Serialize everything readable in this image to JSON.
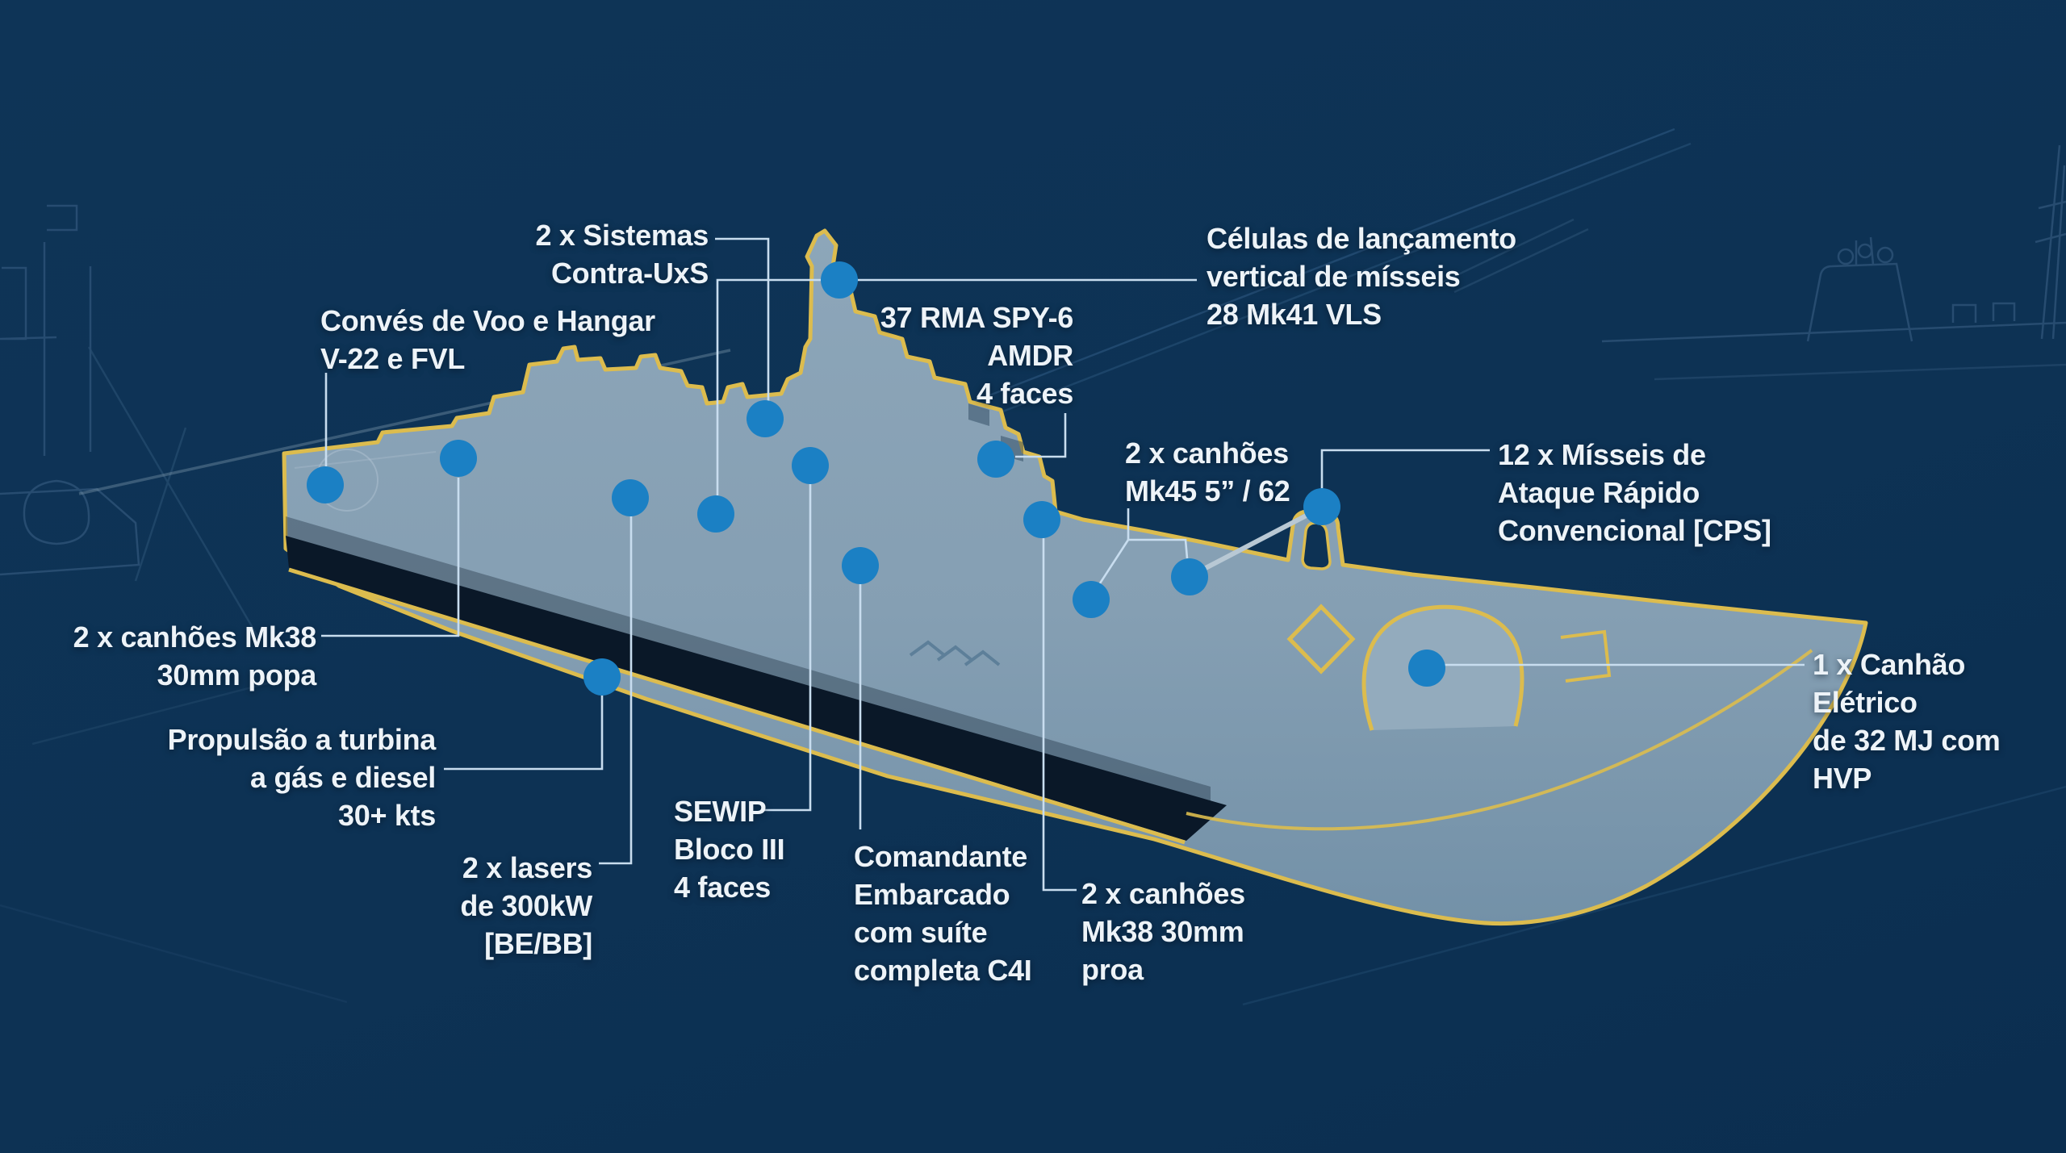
{
  "diagram": {
    "subject": "naval-destroyer-concept-annotated-profile",
    "language": "pt-BR",
    "labels": {
      "contra_uxs": {
        "text": "2 x Sistemas\nContra-UxS"
      },
      "conves": {
        "text": "Convés de Voo e Hangar\nV-22 e FVL"
      },
      "celulas": {
        "text": "Células de lançamento\nvertical de mísseis\n28 Mk41 VLS"
      },
      "spy6": {
        "text": "37 RMA SPY-6\nAMDR\n4 faces"
      },
      "mk45": {
        "text": "2 x canhões\nMk45 5” / 62"
      },
      "cps": {
        "text": "12 x Mísseis de\nAtaque Rápido\nConvencional [CPS]"
      },
      "railgun": {
        "text": "1 x Canhão Elétrico\nde 32 MJ com HVP"
      },
      "mk38_popa": {
        "text": "2 x canhões Mk38\n30mm popa"
      },
      "propulsao": {
        "text": "Propulsão a turbina\na gás e diesel\n30+ kts"
      },
      "lasers": {
        "text": "2 x lasers\nde 300kW\n[BE/BB]"
      },
      "sewip": {
        "text": "SEWIP\nBloco III\n4 faces"
      },
      "comandante": {
        "text": "Comandante\nEmbarcado\ncom suíte\ncompleta C4I"
      },
      "mk38_proa": {
        "text": "2 x canhões\nMk38 30mm\nproa"
      }
    },
    "markers": [
      "contra-uxs",
      "conves-voo",
      "celulas-vls-deck",
      "celulas-vls-mast",
      "spy6",
      "mk45-aft",
      "mk45-fwd",
      "cps",
      "railgun",
      "mk38-popa",
      "propulsao",
      "lasers",
      "sewip",
      "comandante",
      "mk38-proa"
    ],
    "colors": {
      "background": "#0d3254",
      "ship_fill": "#87a0b4",
      "ship_outline_yellow": "#dcbc4e",
      "marker_blue": "#1b80c4",
      "callout_line": "#c8ddef",
      "text": "#edf3f8",
      "waterline_dark": "#0a1828",
      "background_linework": "#2b5074"
    }
  }
}
